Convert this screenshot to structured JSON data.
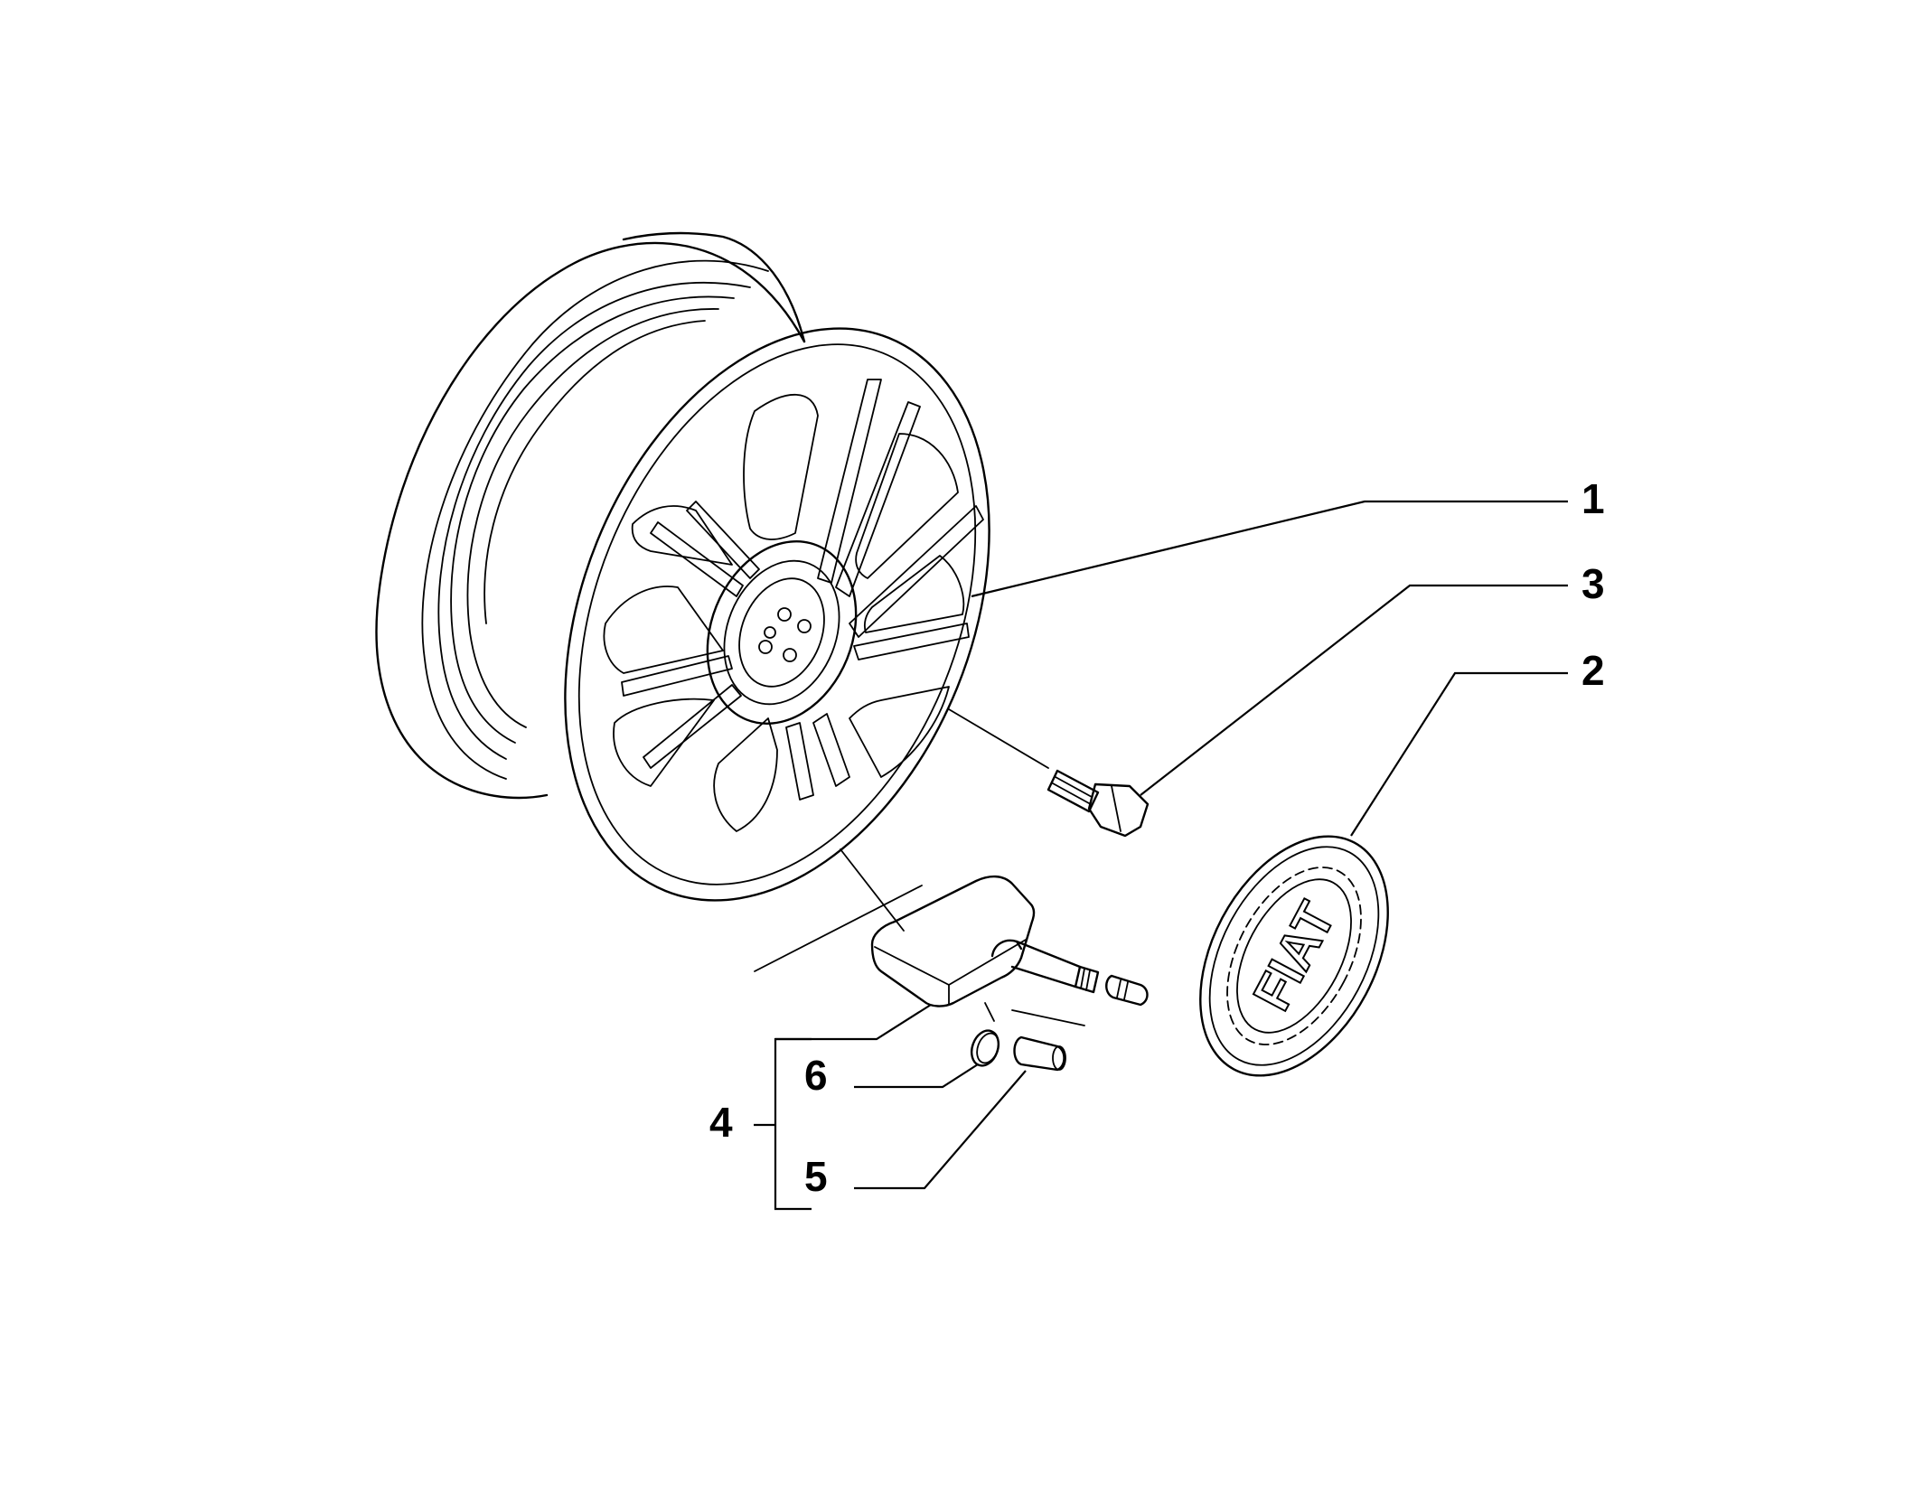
{
  "diagram": {
    "callouts": [
      {
        "id": "1",
        "label": "1",
        "part": "wheel-rim"
      },
      {
        "id": "2",
        "label": "2",
        "part": "hub-cap-emblem"
      },
      {
        "id": "3",
        "label": "3",
        "part": "wheel-bolt"
      },
      {
        "id": "4",
        "label": "4",
        "part": "tpms-sensor-assembly"
      },
      {
        "id": "5",
        "label": "5",
        "part": "valve-cap"
      },
      {
        "id": "6",
        "label": "6",
        "part": "seal-ring"
      }
    ],
    "emblem_text": "FIAT"
  }
}
